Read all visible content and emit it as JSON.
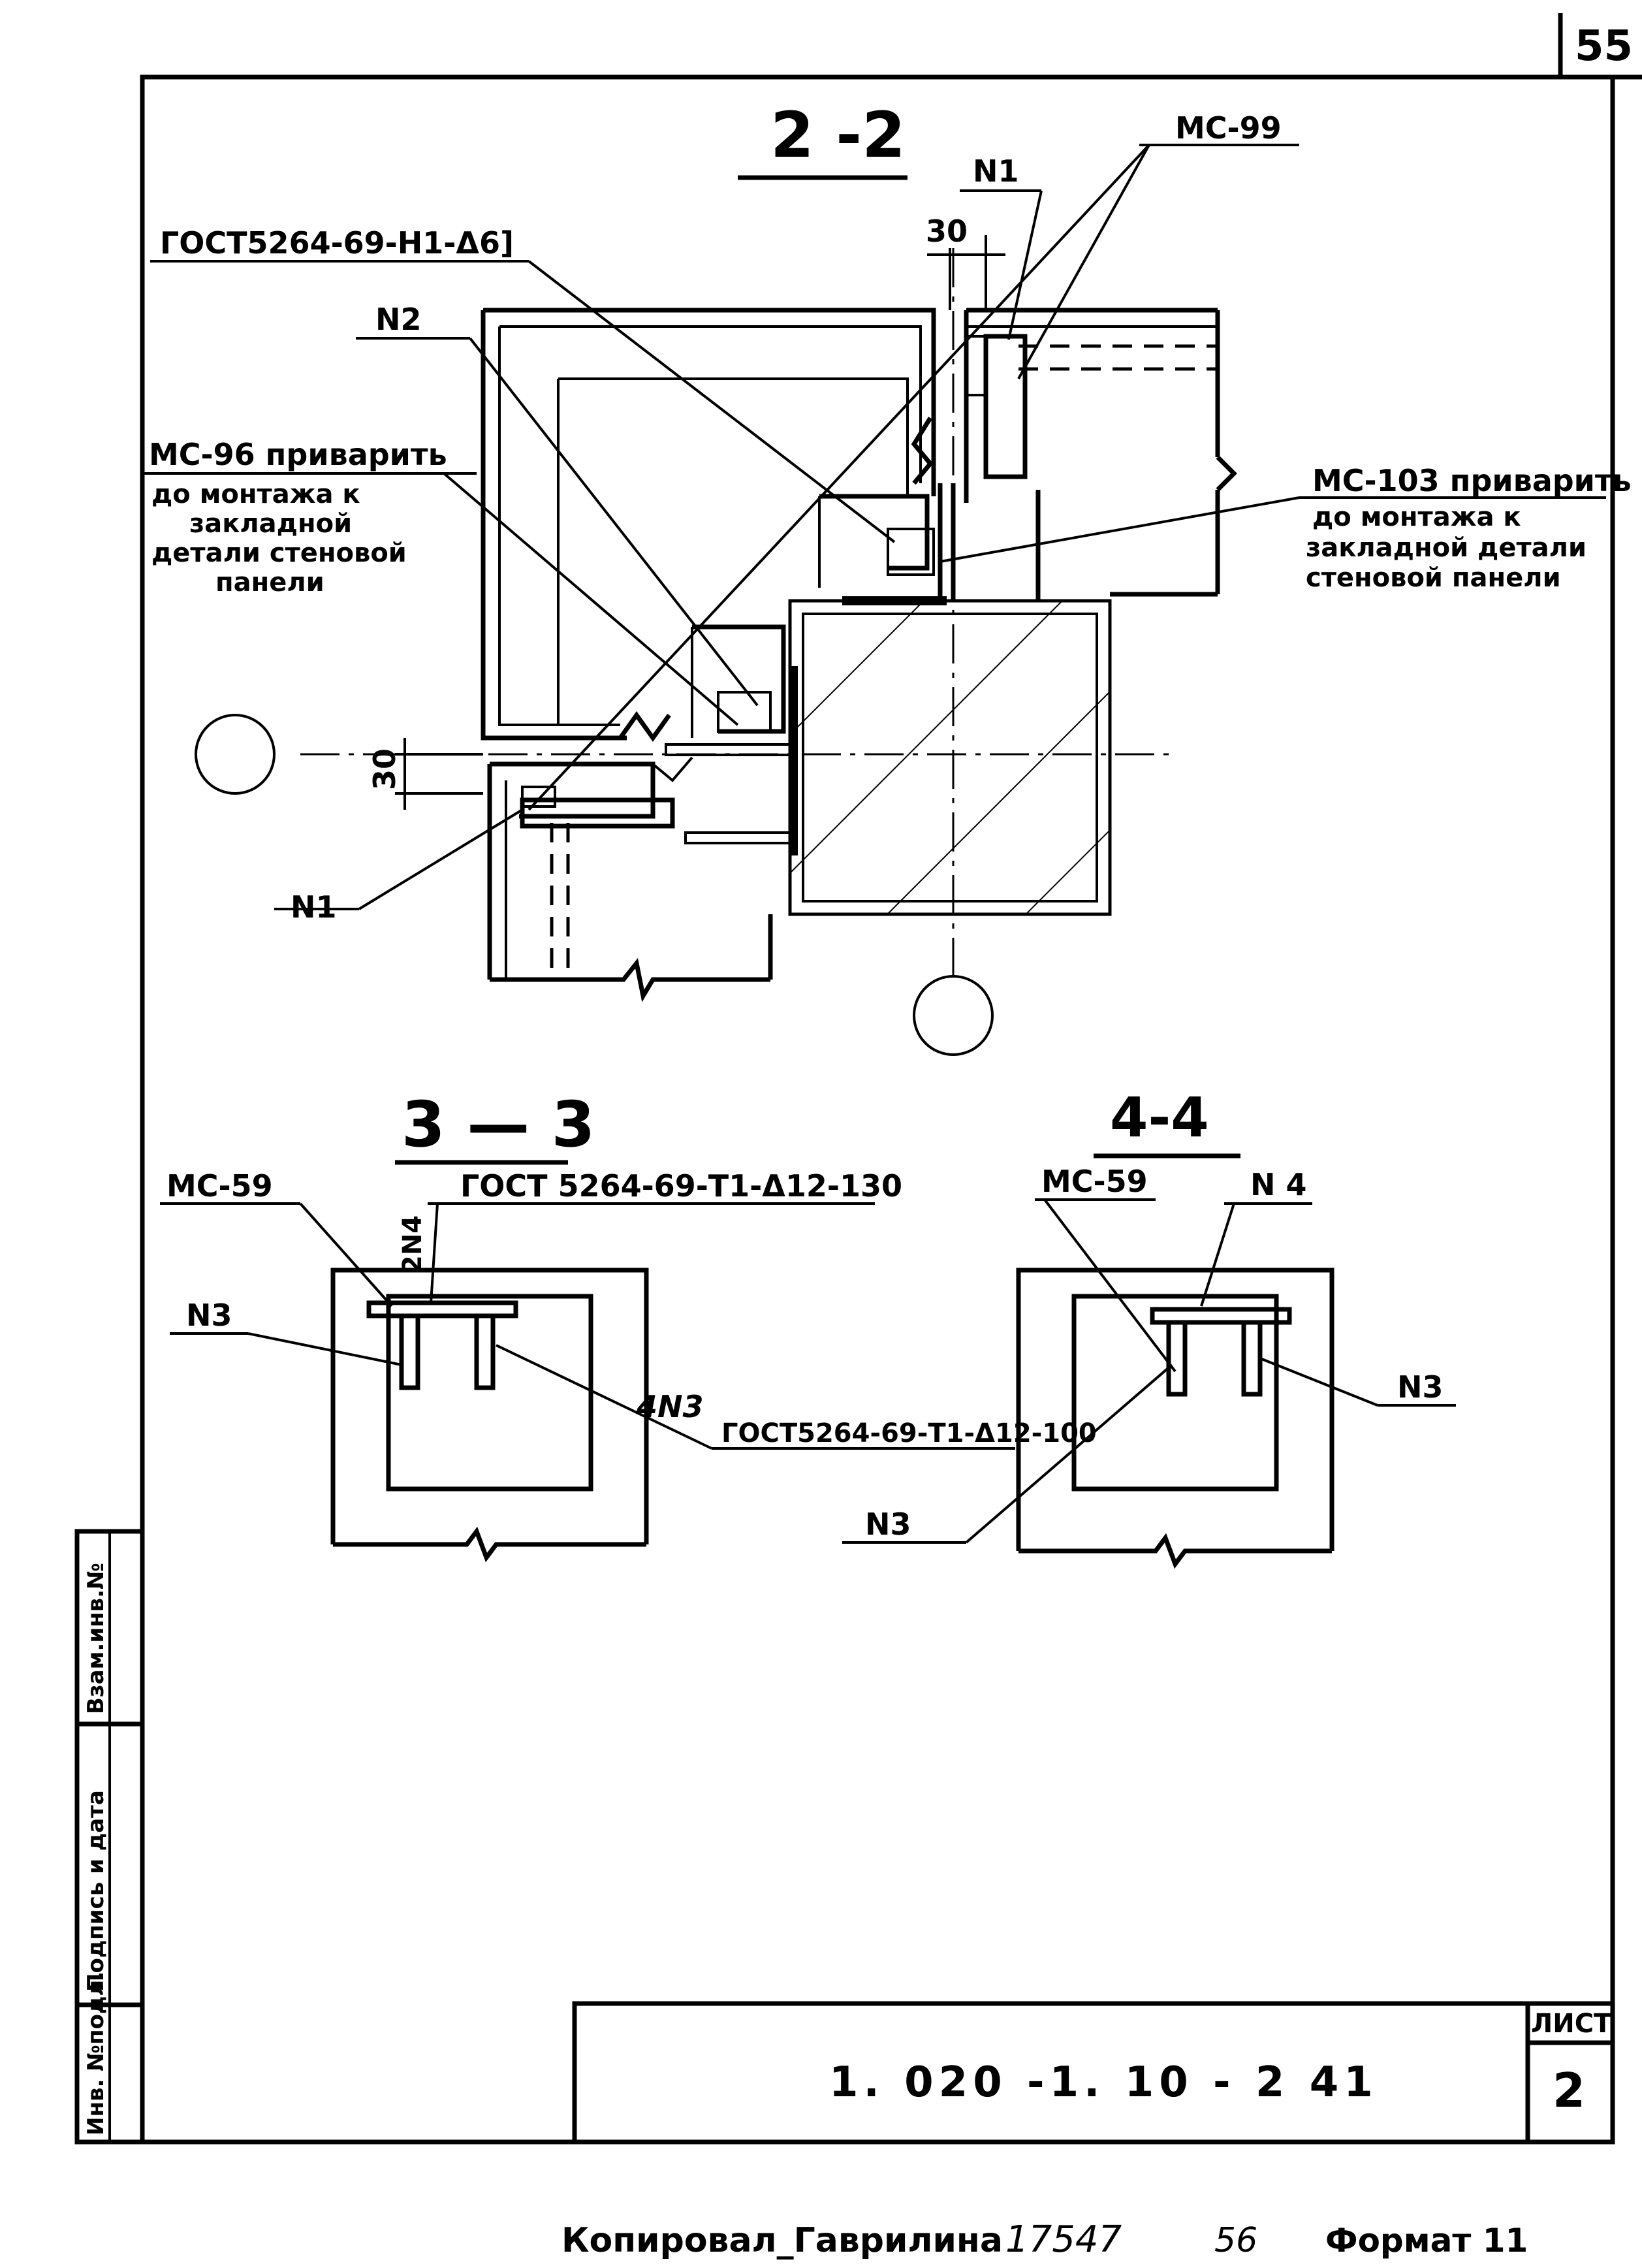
{
  "sheet": {
    "page_number": "55",
    "list_label": "ЛИСТ",
    "list_number": "2",
    "document_code": "1. 020 -1. 10 - 2 41",
    "copied_by": "Копировал_Гаврилина",
    "handwritten_number": "17547",
    "handwritten_extra": "56",
    "format_label": "Формат 11"
  },
  "stamp_column": {
    "inv_no_orig": "Инв. №подл.",
    "signature_date": "Подпись и дата",
    "replacement_inv": "Взам.инв.№"
  },
  "section_2_2": {
    "title": "2 -2",
    "label_gost_weld": "ГОСТ5264-69-Н1-Δ6]",
    "label_n2": "N2",
    "label_n1_top": "N1",
    "label_mc99": "МС-99",
    "label_dim_30_top": "30",
    "label_dim_30_side": "30",
    "label_mc96_line1": "МС-96 приварить",
    "label_mc96_line2": "до монтажа к",
    "label_mc96_line3": "закладной",
    "label_mc96_line4": "детали стеновой",
    "label_mc96_line5": "панели",
    "label_mc103_line1": "МС-103 приварить",
    "label_mc103_line2": "до монтажа к",
    "label_mc103_line3": "закладной детали",
    "label_mc103_line4": "стеновой панели",
    "label_n1_bottom": "N1"
  },
  "section_3_3": {
    "title": "3 — 3",
    "label_mc59": "МС-59",
    "label_gost_top": "ГОСТ 5264-69-Т1-Δ12-130",
    "label_2n4": "2N4",
    "label_n3": "N3",
    "label_4n3": "4N3",
    "label_gost_bottom": "ГОСТ5264-69-Т1-Δ12-100"
  },
  "section_4_4": {
    "title": "4-4",
    "label_mc59": "МС-59",
    "label_n4": "N 4",
    "label_n3_right": "N3",
    "label_n3_bottom": "N3"
  }
}
